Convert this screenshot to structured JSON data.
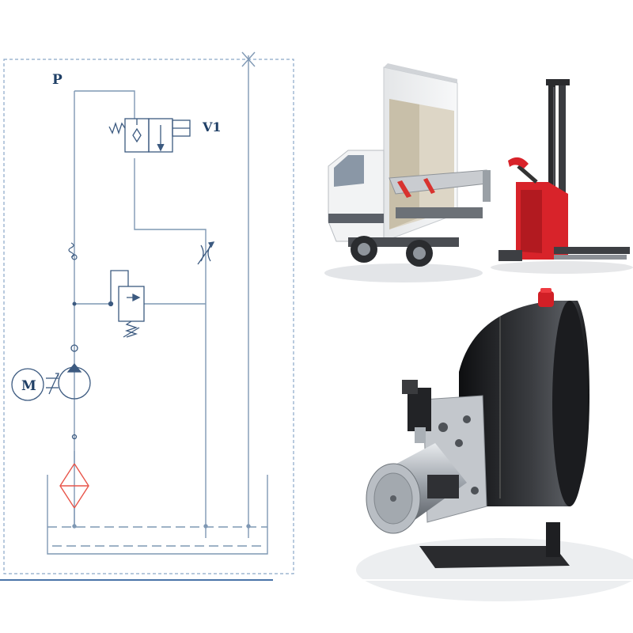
{
  "schematic": {
    "labels": {
      "pressure_port": "P",
      "valve": "V1",
      "motor": "M"
    },
    "colors": {
      "line": "#7f98b4",
      "symbol": "#3c5a80",
      "label": "#1f3f66",
      "filter": "#e8554a",
      "border": "#8aa7c8"
    }
  },
  "photos": {
    "items": [
      "box-truck-with-tail-lift",
      "electric-pallet-stacker",
      "hydraulic-power-unit"
    ],
    "colors": {
      "stacker_red": "#d8232a",
      "tank_black": "#1c1d20",
      "motor_silver": "#b9bec4",
      "cap_red": "#d11f26"
    }
  }
}
